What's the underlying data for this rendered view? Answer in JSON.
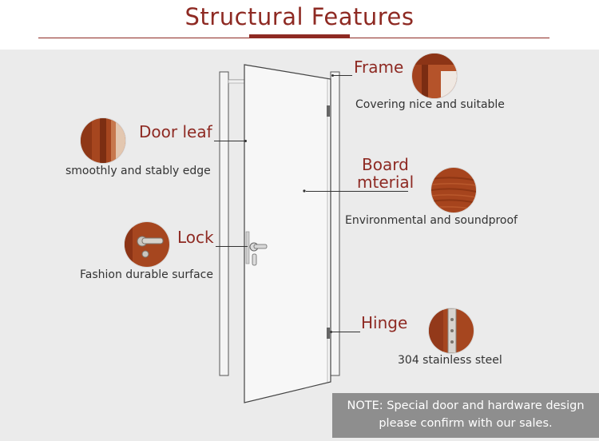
{
  "title": "Structural Features",
  "colors": {
    "accent": "#8e2a23",
    "panel": "#ebebeb",
    "wood": "#a5441f",
    "note_bg": "#8e8e8e"
  },
  "features": [
    {
      "label": "Frame",
      "description": "Covering nice and suitable",
      "icon": "frame-photo-icon"
    },
    {
      "label": "Door leaf",
      "description": "smoothly and stably edge",
      "icon": "door-leaf-photo-icon"
    },
    {
      "label_line1": "Board",
      "label_line2": "mterial",
      "description": "Environmental and soundproof",
      "icon": "board-material-photo-icon"
    },
    {
      "label": "Lock",
      "description": "Fashion durable surface",
      "icon": "lock-photo-icon"
    },
    {
      "label": "Hinge",
      "description": "304 stainless steel",
      "icon": "hinge-photo-icon"
    }
  ],
  "note": {
    "line1": "NOTE: Special door and hardware design",
    "line2": "please confirm with our sales."
  }
}
